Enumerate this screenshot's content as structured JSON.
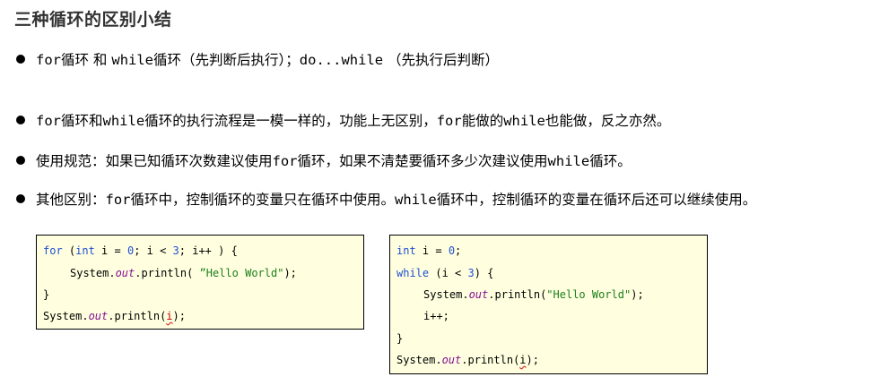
{
  "title": "三种循环的区别小结",
  "bullets": [
    {
      "parts": [
        "for",
        "循环 和 ",
        "while",
        "循环（先判断后执行）；",
        "do...while",
        " （先执行后判断）"
      ]
    },
    {
      "parts": [
        "for",
        "循环和",
        "while",
        "循环的执行流程是一模一样的，功能上无区别，",
        "for",
        "能做的",
        "while",
        "也能做，反之亦然。"
      ]
    },
    {
      "parts": [
        "使用规范：如果已知循环次数建议使用",
        "for",
        "循环，如果不清楚要循环多少次建议使用",
        "while",
        "循环。"
      ]
    },
    {
      "parts": [
        "其他区别：",
        "for",
        "循环中，控制循环的变量只在循环中使用。",
        "while",
        "循环中，控制循环的变量在循环后还可以继续使用。"
      ]
    }
  ],
  "code_for": {
    "line1": {
      "kw1": "for",
      "p1": " (",
      "kw2": "int",
      "p2": " i = ",
      "n1": "0",
      "p3": "; i < ",
      "n2": "3",
      "p4": "; i++ ) {"
    },
    "line2": {
      "p1": "System.",
      "field": "out",
      "p2": ".println( ",
      "str": "”Hello World\"",
      "p3": ");"
    },
    "line3": "}",
    "line4": {
      "p1": "System.",
      "field": "out",
      "p2": ".println(",
      "var": "i",
      "p3": ");"
    }
  },
  "code_while": {
    "line1": {
      "kw": "int",
      "p1": " i = ",
      "n": "0",
      "p2": ";"
    },
    "line2": {
      "kw": "while",
      "p1": " (i < ",
      "n": "3",
      "p2": ") {"
    },
    "line3": {
      "p1": "System.",
      "field": "out",
      "p2": ".println(",
      "str": "\"Hello World\"",
      "p3": ");"
    },
    "line4": "i++;",
    "line5": "}",
    "line6": {
      "p1": "System.",
      "field": "out",
      "p2": ".println(",
      "var": "i",
      "p3": ");"
    }
  },
  "colors": {
    "keyword": "#1f4fd1",
    "string": "#1a7f1a",
    "field": "#871094",
    "error": "#c00000",
    "code_background": "#ffffe0",
    "title": "#333333"
  }
}
